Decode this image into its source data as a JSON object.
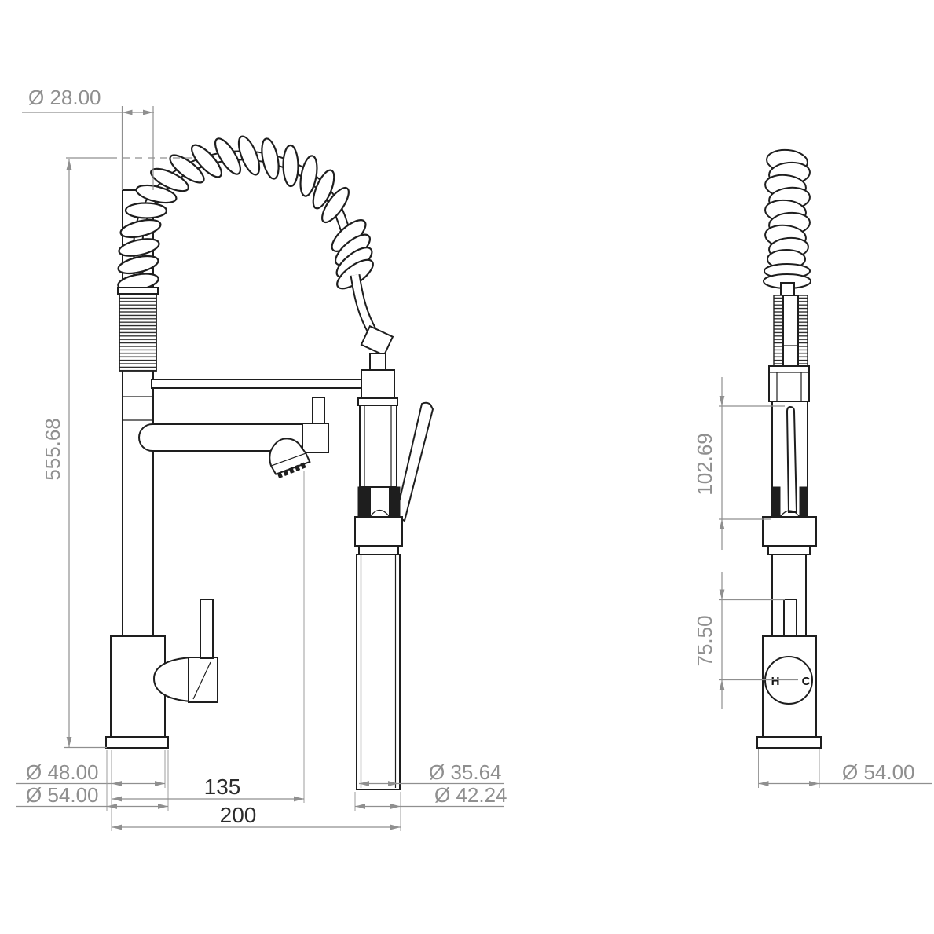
{
  "document": {
    "type": "technical-dimension-drawing",
    "subject": "kitchen mixer tap with pull-down spring spout",
    "background": "#ffffff"
  },
  "colors": {
    "outline": "#1e1e1e",
    "dimension_lines": "#8f8f8f",
    "dimension_text": "#8f8f8f",
    "dark_dimension_text": "#2c2c2c"
  },
  "front_view": {
    "dims": {
      "top_diameter": "Ø 28.00",
      "overall_height": "555.68",
      "body_diameter": "Ø 48.00",
      "base_diameter": "Ø 54.00",
      "spout_reach": "135",
      "overall_reach": "200",
      "wand_diameter": "Ø 35.64",
      "wand_outer_diameter": "Ø 42.24"
    }
  },
  "side_view": {
    "dims": {
      "sprayer_length": "102.69",
      "handle_to_center": "75.50",
      "base_diameter": "Ø 54.00"
    },
    "hot_label": "H",
    "cold_label": "C"
  }
}
